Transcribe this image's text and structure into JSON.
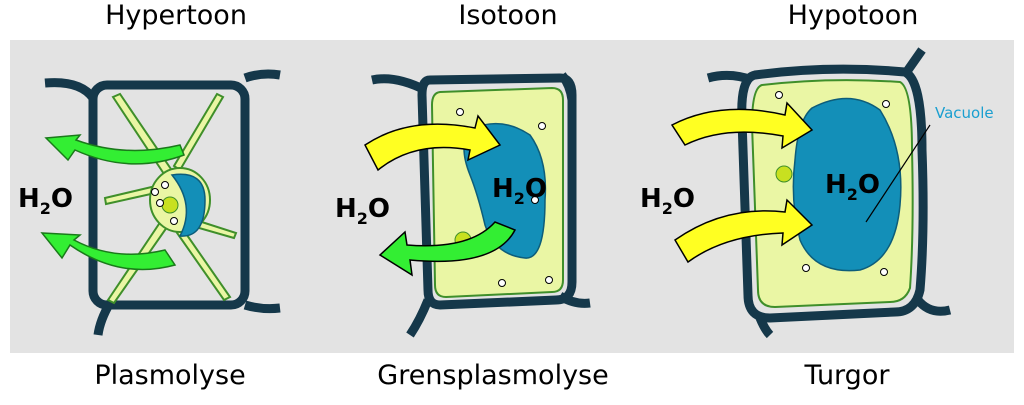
{
  "panels": [
    {
      "title": "Hypertoon",
      "caption": "Plasmolyse",
      "water_label": "H",
      "water_sub": "2",
      "water_end": "O"
    },
    {
      "title": "Isotoon",
      "caption": "Grensplasmolyse",
      "water_label": "H",
      "water_sub": "2",
      "water_end": "O",
      "inner_label": "H",
      "inner_sub": "2",
      "inner_end": "O"
    },
    {
      "title": "Hypotoon",
      "caption": "Turgor",
      "water_label": "H",
      "water_sub": "2",
      "water_end": "O",
      "inner_label": "H",
      "inner_sub": "2",
      "inner_end": "O",
      "vacuole_label": "Vacuole"
    }
  ],
  "colors": {
    "wall": "#15384a",
    "cytoplasm": "#eaf6a4",
    "membrane": "#3f8f2a",
    "vacuole": "#138fb8",
    "out_arrow": "#33ee33",
    "in_arrow": "#ffff22",
    "background": "#e3e3e3",
    "vacuole_label": "#1a9fd0"
  }
}
